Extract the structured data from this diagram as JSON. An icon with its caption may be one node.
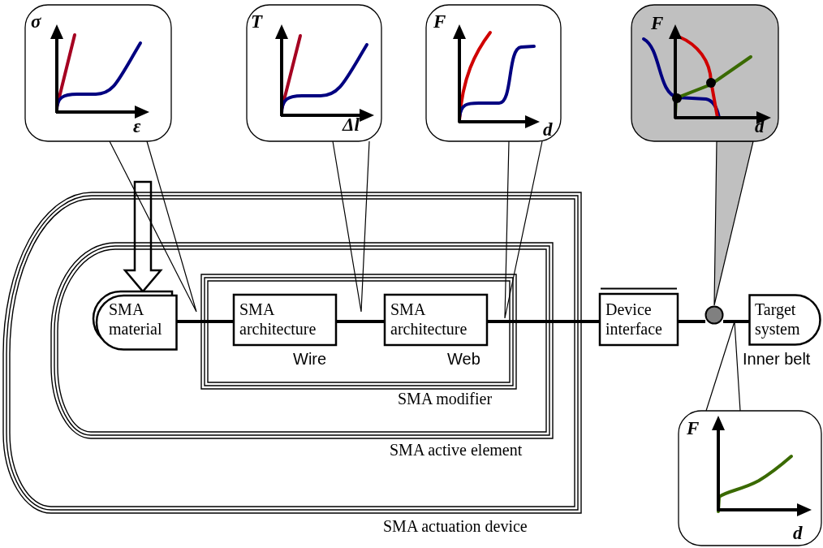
{
  "diagram": {
    "nodes": [
      {
        "text": [
          "σ",
          "ε"
        ]
      },
      {
        "text": [
          "T",
          "Δl"
        ]
      },
      {
        "text": [
          "F",
          "d"
        ]
      },
      {
        "text": [
          "F",
          "d"
        ]
      },
      {
        "text": [
          "SMA actuation device"
        ]
      },
      {
        "text": [
          "SMA active element"
        ],
        "in": 4
      },
      {
        "text": [
          "SMA modifier"
        ],
        "in": 5
      },
      {
        "text": [
          "SMA material"
        ],
        "in": 5
      },
      {
        "text": [
          "SMA architecture"
        ],
        "in": 6,
        "beside": [
          "Wire"
        ]
      },
      {
        "text": [
          "SMA architecture"
        ],
        "in": 6,
        "beside": [
          "Web"
        ]
      },
      {
        "text": [
          "Device interface"
        ]
      },
      {
        "text": [],
        "shape": "circle"
      },
      {
        "text": [
          "Target system"
        ],
        "beside": [
          "Inner belt"
        ]
      },
      {
        "text": [
          "F",
          "d"
        ]
      }
    ],
    "edges": [
      {
        "from": null,
        "to": 7,
        "arrow": "to",
        "style": "thick"
      },
      {
        "from": 7,
        "to": 8,
        "arrow": "none"
      },
      {
        "from": 8,
        "to": 9,
        "arrow": "none"
      },
      {
        "from": 9,
        "to": 10,
        "arrow": "none"
      },
      {
        "from": 10,
        "to": 11,
        "arrow": "none"
      },
      {
        "from": 11,
        "to": 12,
        "arrow": "none"
      },
      {
        "from": 0,
        "to": null,
        "arrow": "none"
      },
      {
        "from": 1,
        "to": null,
        "arrow": "none"
      },
      {
        "from": 2,
        "to": null,
        "arrow": "none"
      },
      {
        "from": 3,
        "to": 11,
        "arrow": "none"
      },
      {
        "from": 13,
        "to": null,
        "arrow": "none"
      }
    ]
  }
}
